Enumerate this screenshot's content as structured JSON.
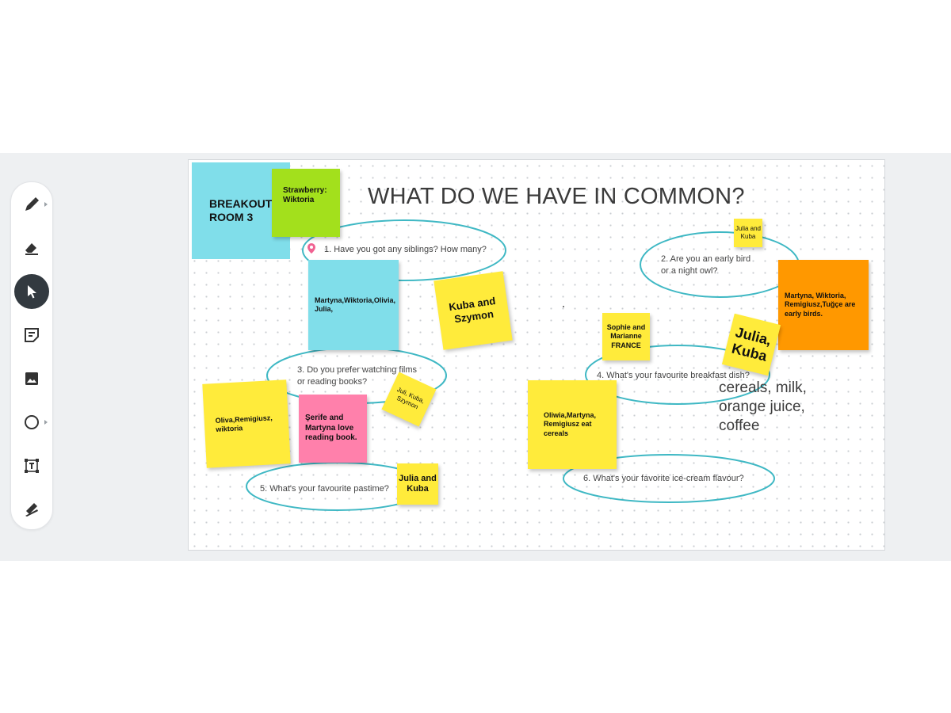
{
  "toolbar": {
    "tools": [
      {
        "id": "pen",
        "icon": "pen-icon"
      },
      {
        "id": "eraser",
        "icon": "eraser-icon"
      },
      {
        "id": "select",
        "icon": "cursor-arrow-icon",
        "active": true
      },
      {
        "id": "sticky",
        "icon": "sticky-note-icon"
      },
      {
        "id": "image",
        "icon": "image-icon"
      },
      {
        "id": "shape",
        "icon": "circle-shape-icon"
      },
      {
        "id": "text",
        "icon": "text-box-icon"
      },
      {
        "id": "highlighter",
        "icon": "highlighter-icon"
      }
    ]
  },
  "board": {
    "title": "WHAT DO WE HAVE IN COMMON?",
    "room_label": "BREAKOUT ROOM 3",
    "questions": [
      "1. Have you got any siblings? How many?",
      "2. Are you an early bird or a night  owl?",
      "3. Do you prefer watching films or reading books?",
      "4. What's your favourite breakfast dish?",
      "5. What's your favourite pastime?",
      "6. What's your favorite ice-cream flavour?"
    ],
    "notes": {
      "strawberry": "Strawberry: Wiktoria",
      "siblings": "Martyna,Wiktoria,Olivia, Julia,",
      "kuba_szymon": "Kuba and Szymon",
      "julia_kuba_small": "Julia and Kuba",
      "early_birds": "Martyna, Wiktoria, Remigiusz,Tuğçe are early birds.",
      "sophie_marianne": "Sophie and Marianne FRANCE",
      "julia_kuba_big": "Julia, Kuba",
      "oliva_remigiusz": "Oliva,Remigiusz, wiktoria",
      "serife_martyna": "Şerife and Martyna love reading book.",
      "juli_kuba_szymon": "Juli, Kuba, Szymon",
      "oliwia_cereals": "Oliwia,Martyna, Remigiusz eat cereals",
      "julia_kuba_pastime": "Julia and Kuba"
    },
    "freetext": "cereals, milk, orange juice, coffee"
  },
  "colors": {
    "cyan": "#80deea",
    "lime": "#a3e01c",
    "yellow": "#ffeb3b",
    "orange": "#ff9800",
    "pink": "#ff80ab",
    "loop": "#3fb8c4",
    "active_tool": "#333a40"
  }
}
